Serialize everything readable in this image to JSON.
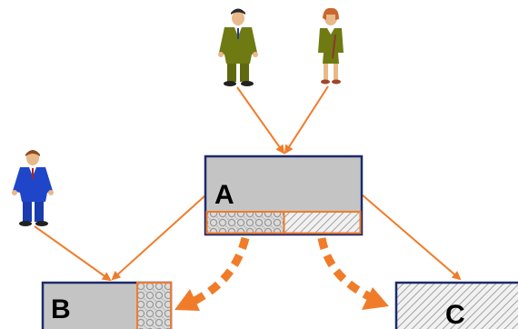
{
  "boxes": {
    "a": {
      "label": "A"
    },
    "b": {
      "label": "B"
    },
    "c": {
      "label": "C"
    }
  },
  "colors": {
    "arrow": "#f07c2a",
    "box_border": "#1c2a6b",
    "box_fill": "#c4c4c4",
    "hatch": "#a3a3a3",
    "person_olive": "#6f7a12",
    "person_blue": "#1f46c8"
  },
  "icons": [
    "man-olive-suit-icon",
    "woman-olive-suit-icon",
    "man-blue-suit-icon"
  ]
}
